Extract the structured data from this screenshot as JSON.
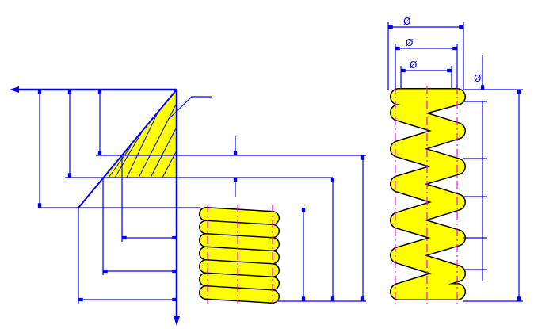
{
  "colors": {
    "line": "#0000ff",
    "spring": "#ffff00",
    "outline": "#000000",
    "centerline": "#ff00ff"
  },
  "diameter_labels": [
    "Ø",
    "Ø",
    "Ø",
    "Ø"
  ]
}
